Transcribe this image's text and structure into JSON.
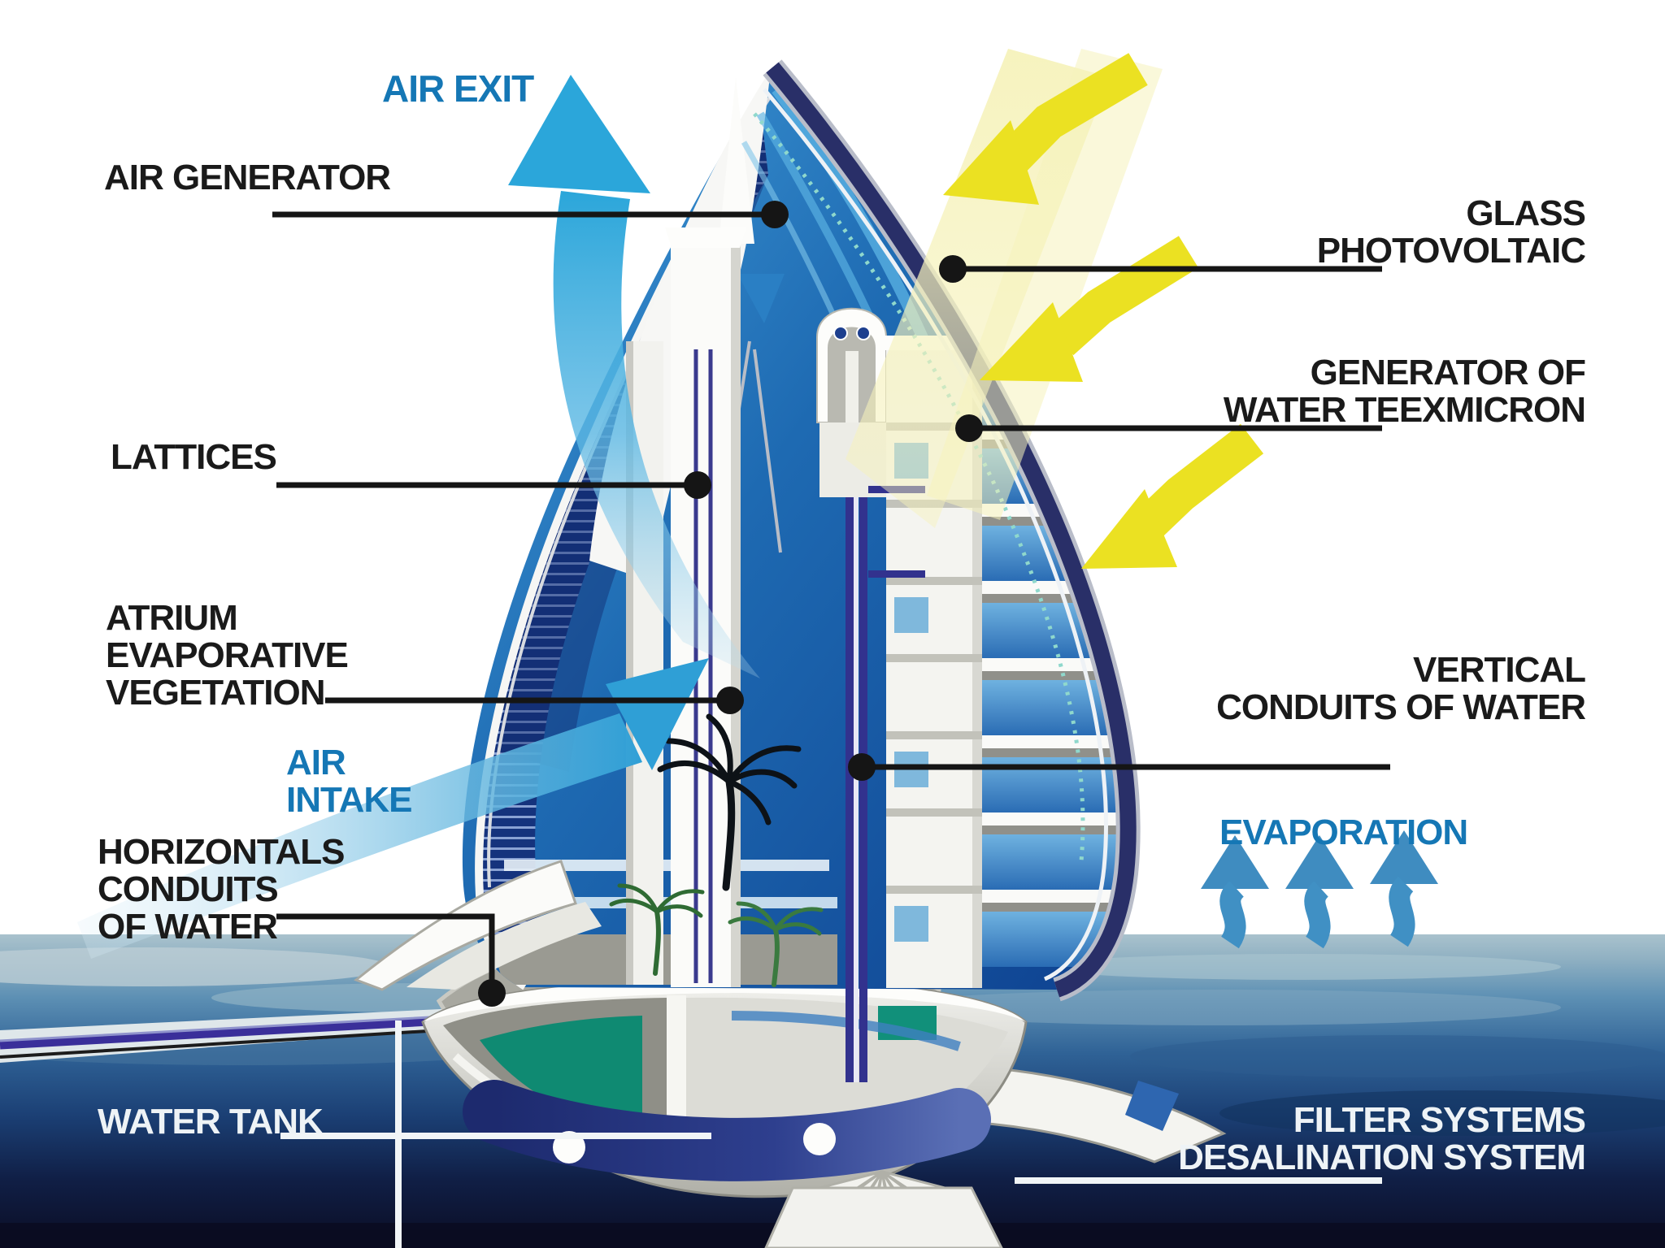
{
  "diagram": {
    "kind": "architectural cross-section diagram",
    "description_visible_elements": "sail-shaped tower cutaway standing in the sea with annotated air and water systems",
    "colors": {
      "label_black": "#1a1a1a",
      "label_blue": "#1577b5",
      "label_white": "#eef3f6",
      "sail_blue": "#1e6ab2",
      "sail_rim_navy": "#292f68",
      "lattice_navy": "#15337d",
      "sun_yellow": "#ebe122",
      "sun_beam_pale": "#f6f2bb",
      "air_arrow_cyan": "#2ba6da",
      "evaporation_blue": "#3f8cc0",
      "sea_surface": "#a9c2cd",
      "sea_deep": "#0b0d24",
      "teal_interior": "#0f8a72",
      "pipe_purple": "#3a2f9a"
    }
  },
  "labels": {
    "air_exit": {
      "text": "AIR EXIT"
    },
    "air_generator": {
      "text": "AIR GENERATOR"
    },
    "glass_photovoltaic": {
      "lines": [
        "GLASS",
        "PHOTOVOLTAIC"
      ]
    },
    "generator_of_water": {
      "lines": [
        "GENERATOR OF",
        "WATER TEEXMICRON"
      ]
    },
    "lattices": {
      "text": "LATTICES"
    },
    "atrium": {
      "lines": [
        "ATRIUM",
        "EVAPORATIVE",
        "VEGETATION"
      ]
    },
    "vertical_conduits": {
      "lines": [
        "VERTICAL",
        "CONDUITS OF WATER"
      ]
    },
    "air_intake": {
      "lines": [
        "AIR",
        "INTAKE"
      ]
    },
    "evaporation": {
      "text": "EVAPORATION"
    },
    "horizontal_conduits": {
      "lines": [
        "HORIZONTALS",
        "CONDUITS",
        "OF WATER"
      ]
    },
    "water_tank": {
      "text": "WATER TANK"
    },
    "filter_systems": {
      "lines": [
        "FILTER SYSTEMS",
        "DESALINATION SYSTEM"
      ]
    }
  },
  "icons": {
    "air_exit_arrow": "curved cyan arrow leaving tower top",
    "air_intake_arrow": "curved cyan arrow entering atrium",
    "sun_ray_arrows": "three yellow zigzag arrows hitting facade",
    "evaporation_arrows": "three wavy blue arrows rising from sea"
  }
}
